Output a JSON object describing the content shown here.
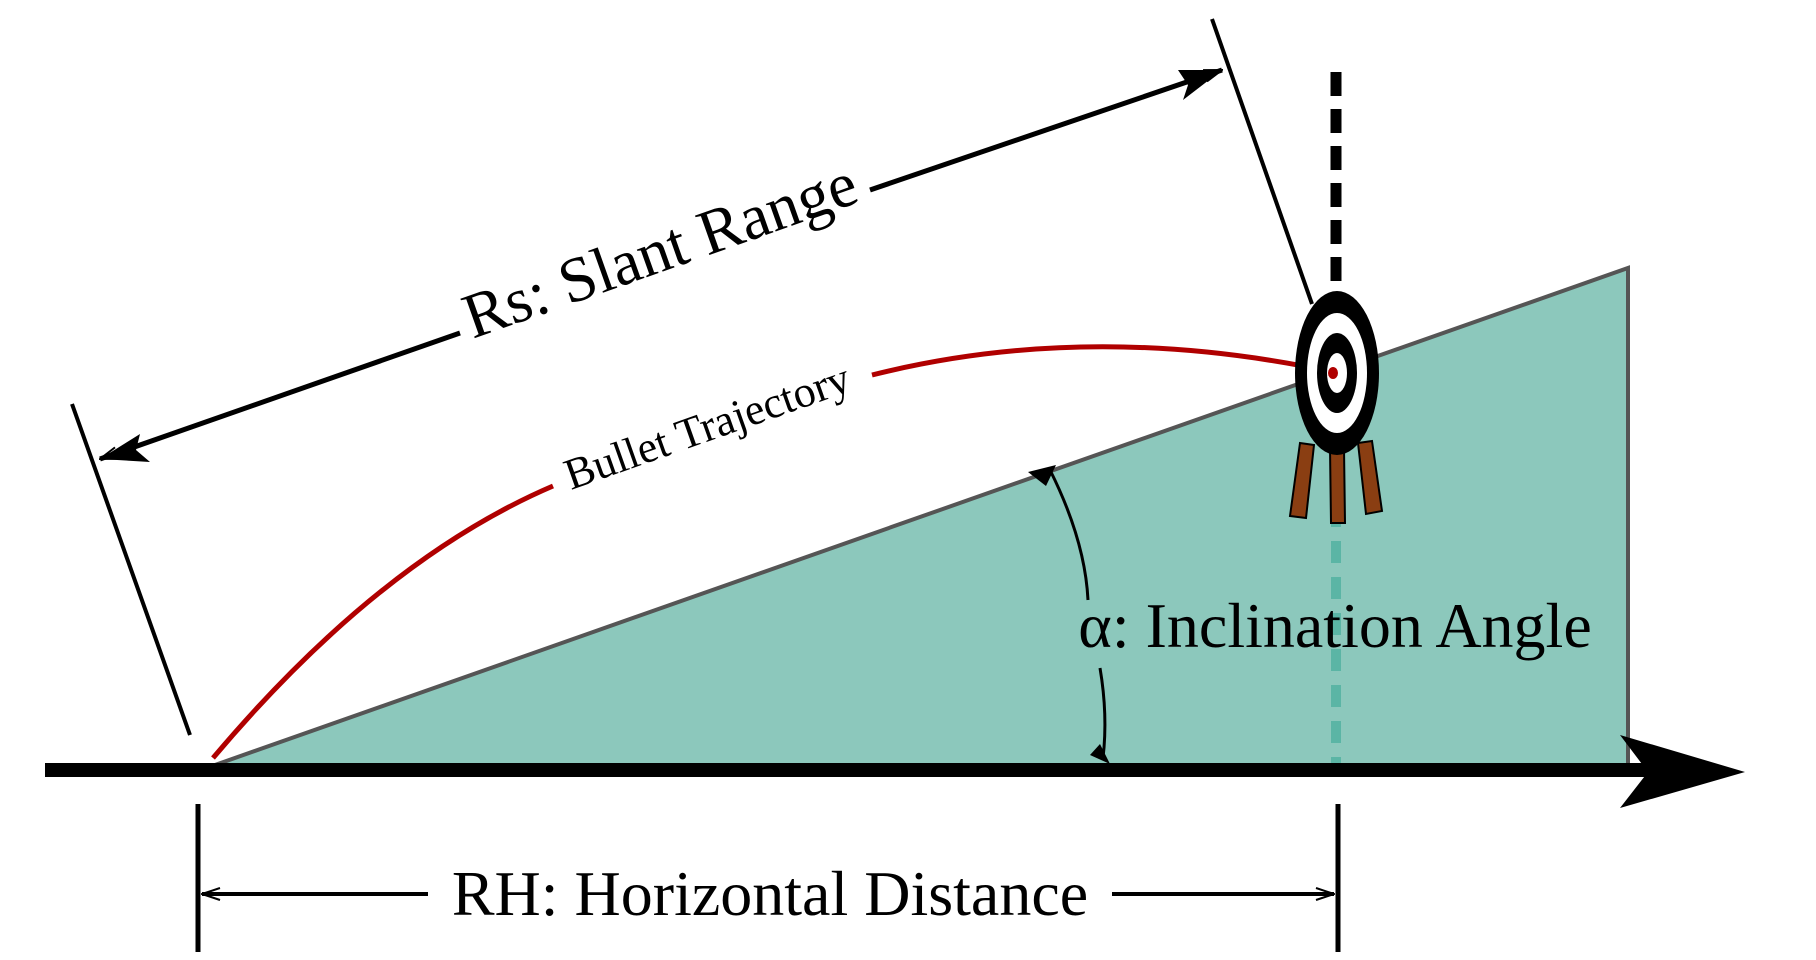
{
  "labels": {
    "slant_range": "Rs: Slant Range",
    "bullet_trajectory": "Bullet Trajectory",
    "inclination_angle": "α: Inclination Angle",
    "horizontal_distance": "RH: Horizontal Distance"
  },
  "colors": {
    "slope_fill": "#8cc8bc",
    "slope_edge": "#555555",
    "trajectory": "#b00000",
    "target_legs": "#8a3e12",
    "lines": "#000000",
    "dashed_drop": "#5bb5a5"
  },
  "icons": {
    "target": "archery-target-icon"
  }
}
